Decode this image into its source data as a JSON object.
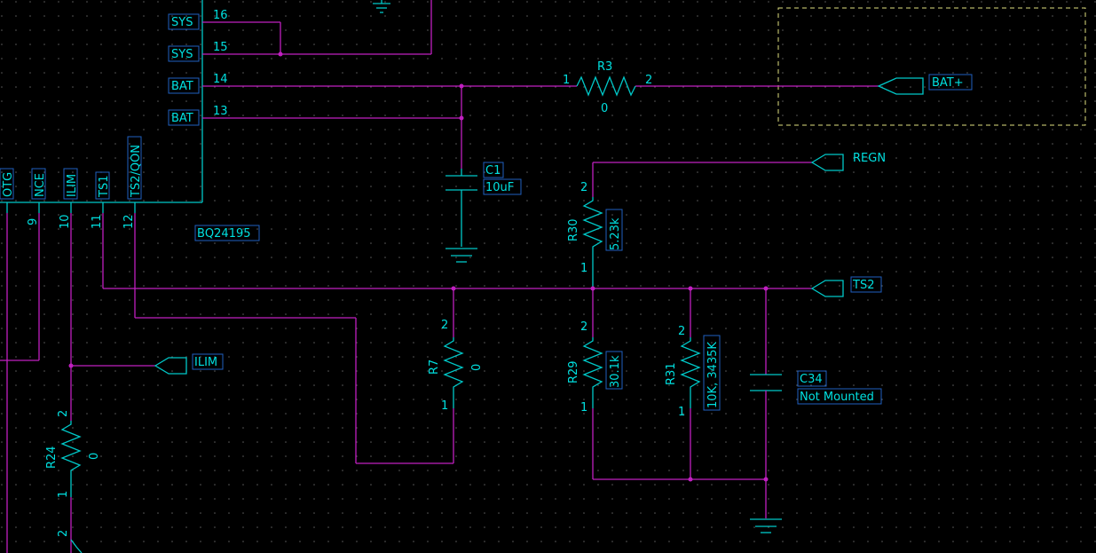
{
  "schematic": {
    "ic": {
      "name": "BQ24195",
      "left_pins": [
        {
          "name": "SYS",
          "num": "16"
        },
        {
          "name": "SYS",
          "num": "15"
        },
        {
          "name": "BAT",
          "num": "14"
        },
        {
          "name": "BAT",
          "num": "13"
        }
      ],
      "bottom_pins": [
        {
          "name": "OTG",
          "num": ""
        },
        {
          "name": "NCE",
          "num": "9"
        },
        {
          "name": "ILIM",
          "num": "10"
        },
        {
          "name": "TS1",
          "num": "11"
        },
        {
          "name": "TS2/QON",
          "num": "12"
        }
      ]
    },
    "components": {
      "R3": {
        "ref": "R3",
        "value": "0",
        "pin1": "1",
        "pin2": "2"
      },
      "C1": {
        "ref": "C1",
        "value": "10uF"
      },
      "R30": {
        "ref": "R30",
        "value": "5.23k",
        "pin1": "1",
        "pin2": "2"
      },
      "R7": {
        "ref": "R7",
        "value": "0",
        "pin1": "1",
        "pin2": "2"
      },
      "R29": {
        "ref": "R29",
        "value": "30.1k",
        "pin1": "1",
        "pin2": "2"
      },
      "R31": {
        "ref": "R31",
        "value": "10K, 3435K",
        "pin1": "1",
        "pin2": "2"
      },
      "C34": {
        "ref": "C34",
        "value": "Not Mounted"
      },
      "R24": {
        "ref": "R24",
        "value": "0",
        "pin1": "1",
        "pin2": "2",
        "pin_extra": "2"
      }
    },
    "nets": {
      "bat_plus": "BAT+",
      "regn": "REGN",
      "ts2": "TS2",
      "ilim": "ILIM"
    },
    "colors": {
      "background": "#000000",
      "wire": "#c020c0",
      "part": "#00c8c8",
      "text": "#00e0e0",
      "label_box": "#2060c0",
      "keepout": "#e0e080"
    }
  }
}
